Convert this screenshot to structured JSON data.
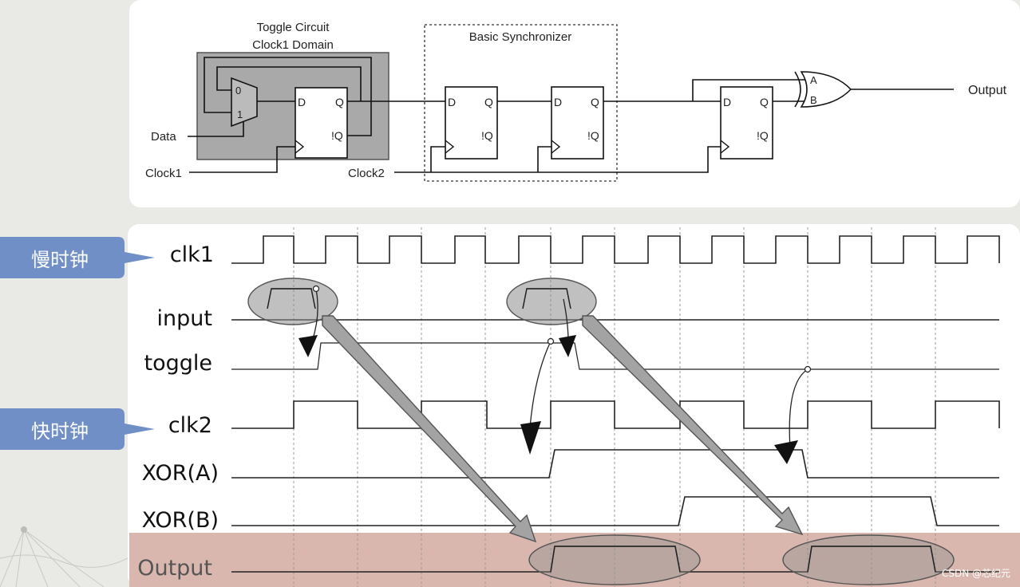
{
  "schematic": {
    "toggle_title_line1": "Toggle Circuit",
    "toggle_title_line2": "Clock1 Domain",
    "sync_title": "Basic Synchronizer",
    "mux_0": "0",
    "mux_1": "1",
    "pin_d": "D",
    "pin_q": "Q",
    "pin_nq": "!Q",
    "gate_a": "A",
    "gate_b": "B",
    "label_data": "Data",
    "label_clock1": "Clock1",
    "label_clock2": "Clock2",
    "label_output": "Output"
  },
  "callouts": {
    "slow_clock": "慢时钟",
    "fast_clock": "快时钟"
  },
  "signals": {
    "clk1": "clk1",
    "input": "input",
    "toggle": "toggle",
    "clk2": "clk2",
    "xor_a": "XOR(A)",
    "xor_b": "XOR(B)",
    "output": "Output"
  },
  "colors": {
    "callout_blue": "#6f8fc6",
    "toggle_box_gray": "#a9a9a9",
    "ellipse_gray": "#8c8c8c",
    "output_band": "#d9b7ae",
    "arrow_gray": "#a3a3a3"
  },
  "watermark": "CSDN @芯纪元"
}
